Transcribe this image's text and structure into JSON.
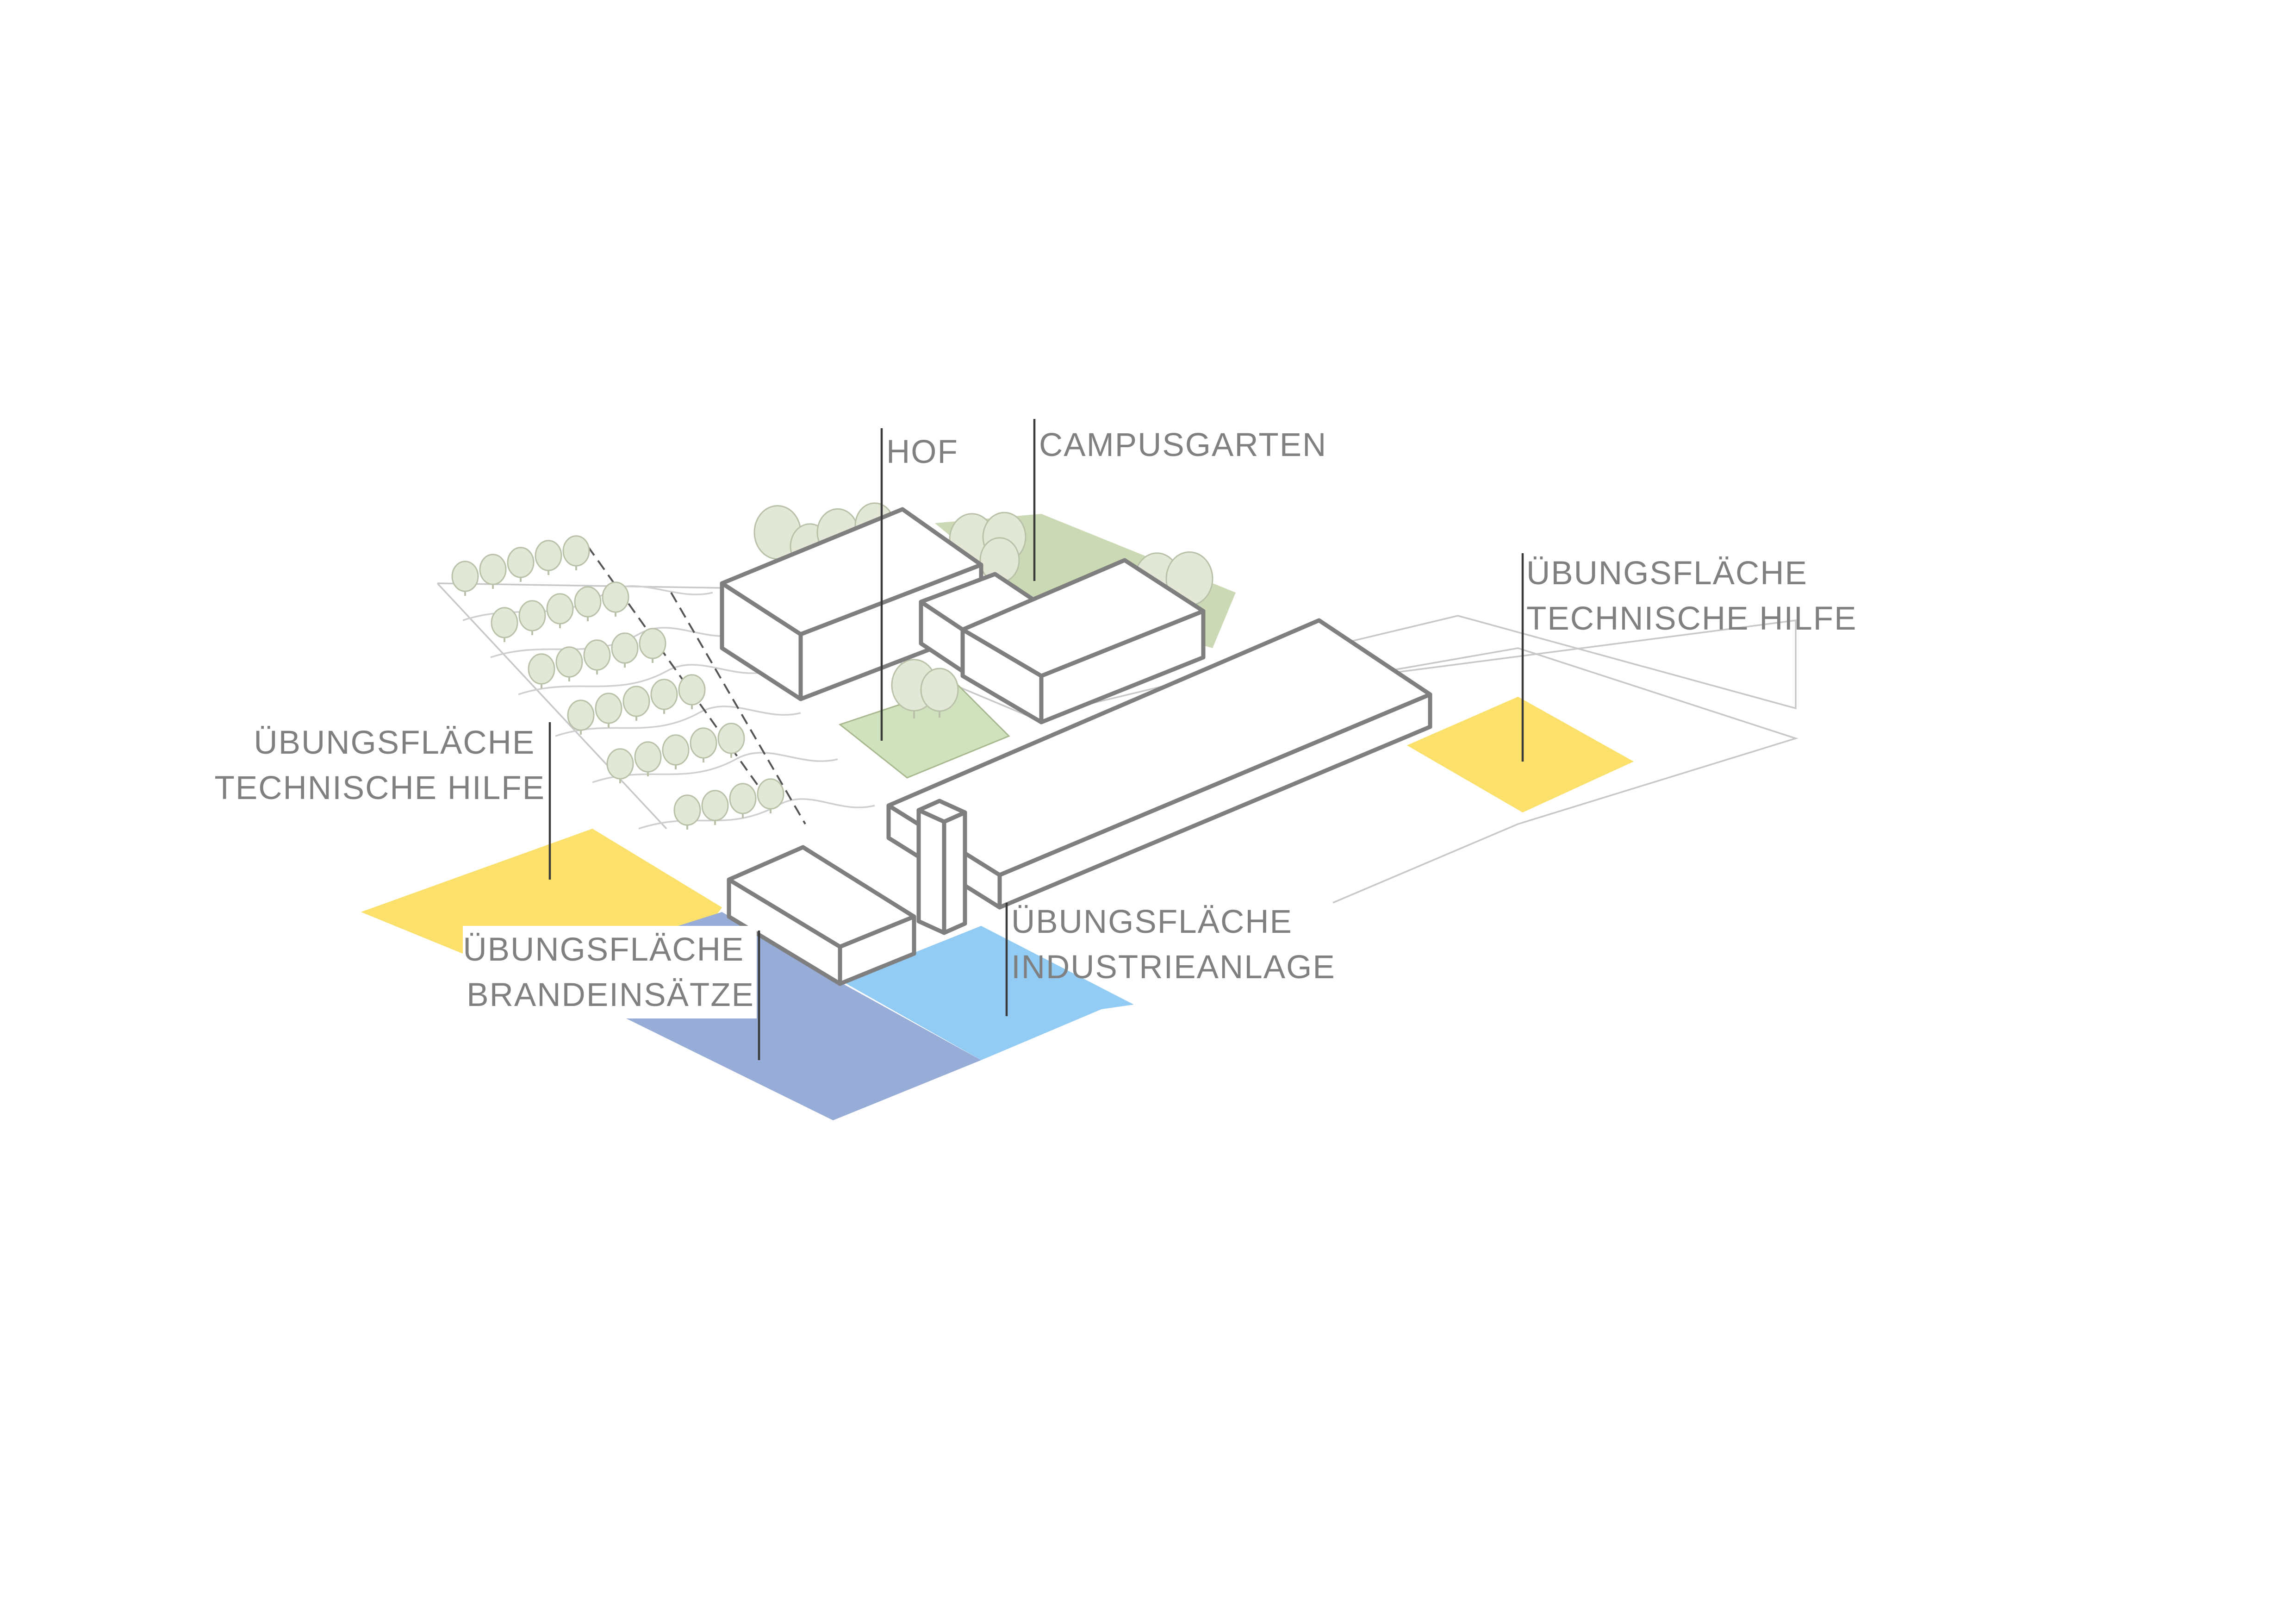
{
  "labels": {
    "hof": "HOF",
    "campusgarten": "CAMPUSGARTEN",
    "technische_hilfe_right": [
      "ÜBUNGSFLÄCHE",
      "TECHNISCHE HILFE"
    ],
    "technische_hilfe_left": [
      "ÜBUNGSFLÄCHE",
      "TECHNISCHE HILFE"
    ],
    "brandeinsaetze": [
      "ÜBUNGSFLÄCHE",
      "BRANDEINSÄTZE"
    ],
    "industrieanlage": [
      "ÜBUNGSFLÄCHE",
      "INDUSTRIEANLAGE"
    ]
  },
  "colors": {
    "technische_hilfe": "#fbe06b",
    "brandeinsaetze": "#97acd6",
    "industrieanlage": "#92cbf3",
    "campusgarten": "#c5d5ac",
    "hof": "#d0e2bd",
    "outline": "#7f7f7f",
    "label_text": "#808080"
  }
}
